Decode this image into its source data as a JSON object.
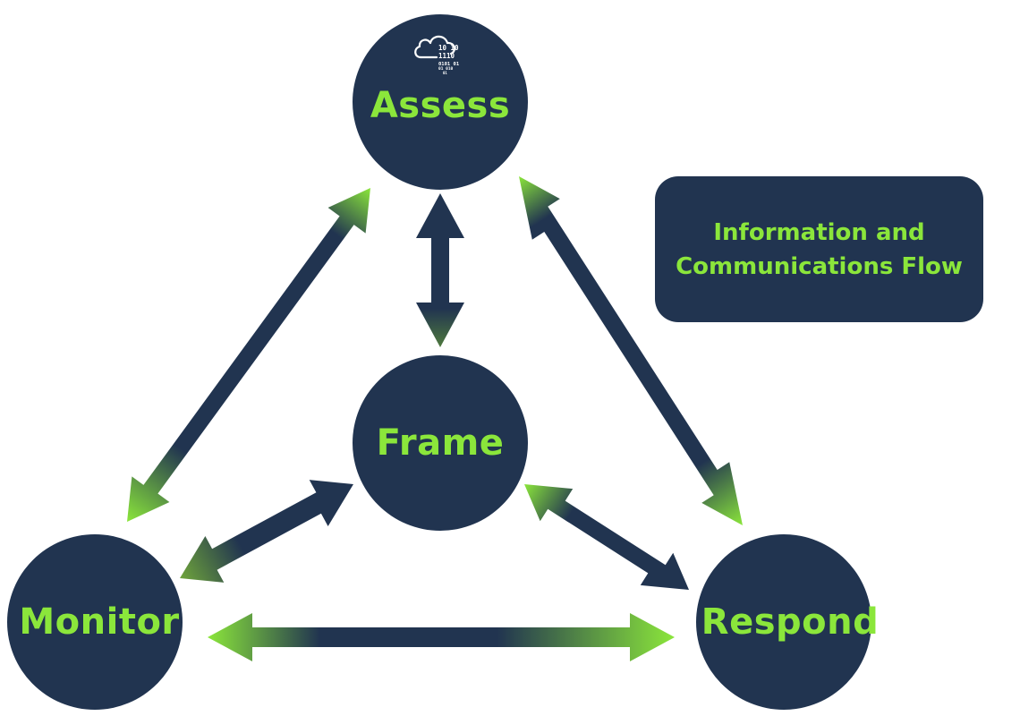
{
  "nodes": {
    "assess": "Assess",
    "frame": "Frame",
    "monitor": "Monitor",
    "respond": "Respond"
  },
  "info_box": {
    "text": "Information and\nCommunications Flow"
  },
  "assess_icon": {
    "name": "cloud-binary-icon",
    "binary_lines": [
      "10  10",
      "1110",
      "0101  01",
      "01        010",
      "01"
    ]
  },
  "colors": {
    "node_fill": "#213450",
    "label_green": "#8be63b",
    "arrow_dark": "#213450",
    "arrow_light": "#8be63b"
  }
}
